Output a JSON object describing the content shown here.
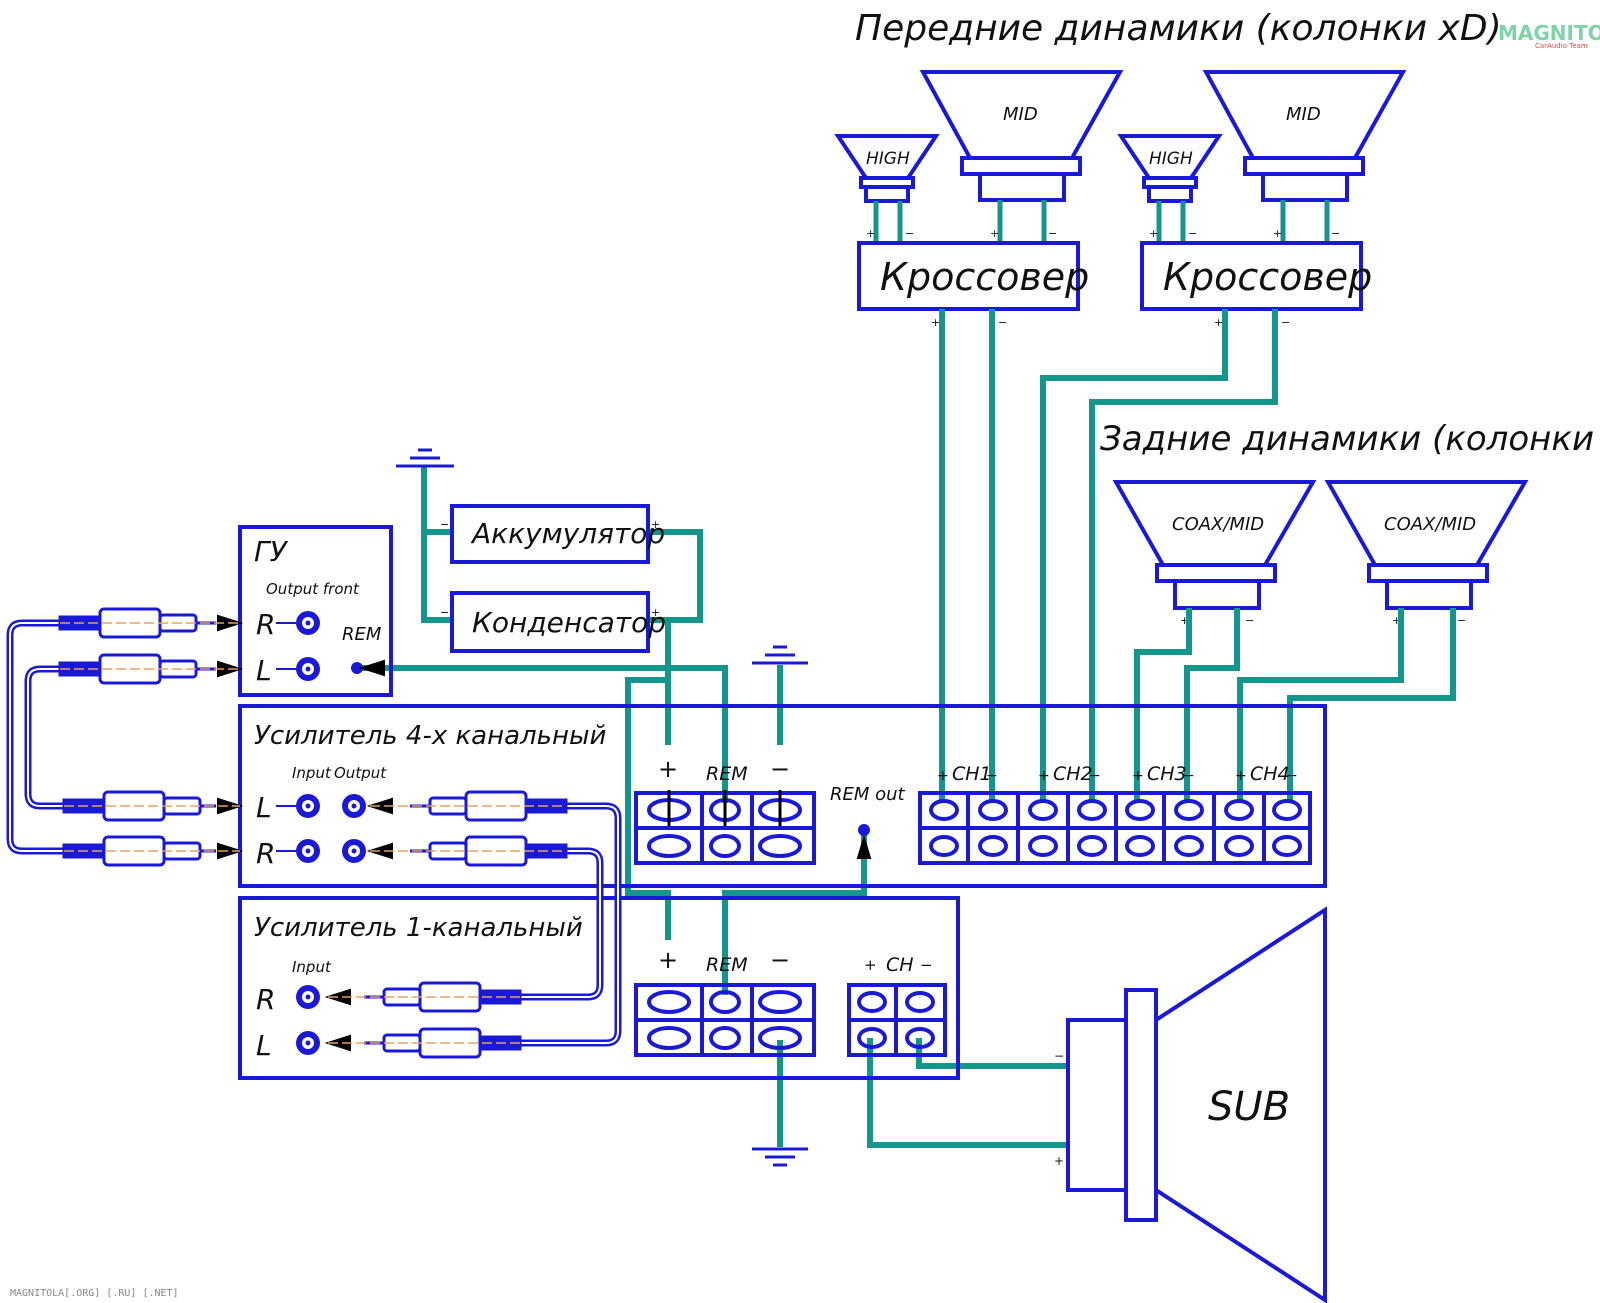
{
  "colors": {
    "blue": "#1a1ad6",
    "teal": "#14968c",
    "ink": "#111111",
    "logo_green": "#7fd3a8",
    "logo_red": "#d94a3a"
  },
  "titles": {
    "front": "Передние динамики (колонки xD)",
    "rear": "Задние динамики (колонки xD)"
  },
  "speakers": {
    "mid": "MID",
    "high": "HIGH",
    "coax": "COAX/MID",
    "sub": "SUB"
  },
  "crossover": "Кроссовер",
  "battery": "Аккумулятор",
  "capacitor": "Конденсатор",
  "head_unit": {
    "title": "ГУ",
    "output_front": "Output front",
    "r": "R",
    "l": "L",
    "rem": "REM"
  },
  "amp4": {
    "title": "Усилитель 4-х канальный",
    "input": "Input",
    "output": "Output",
    "l": "L",
    "r": "R",
    "plus": "+",
    "rem": "REM",
    "minus": "−",
    "rem_out": "REM out",
    "ch1": "CH1",
    "ch2": "CH2",
    "ch3": "CH3",
    "ch4": "CH4"
  },
  "amp1": {
    "title": "Усилитель 1-канальный",
    "input": "Input",
    "r": "R",
    "l": "L",
    "plus": "+",
    "rem": "REM",
    "minus": "−",
    "ch": "CH"
  },
  "polarity": {
    "plus": "+",
    "minus": "−"
  },
  "logo": {
    "text": "MAGNITOLA",
    "sub": "CarAudio Team"
  },
  "footer": "MAGNITOLA[.ORG] [.RU] [.NET]"
}
